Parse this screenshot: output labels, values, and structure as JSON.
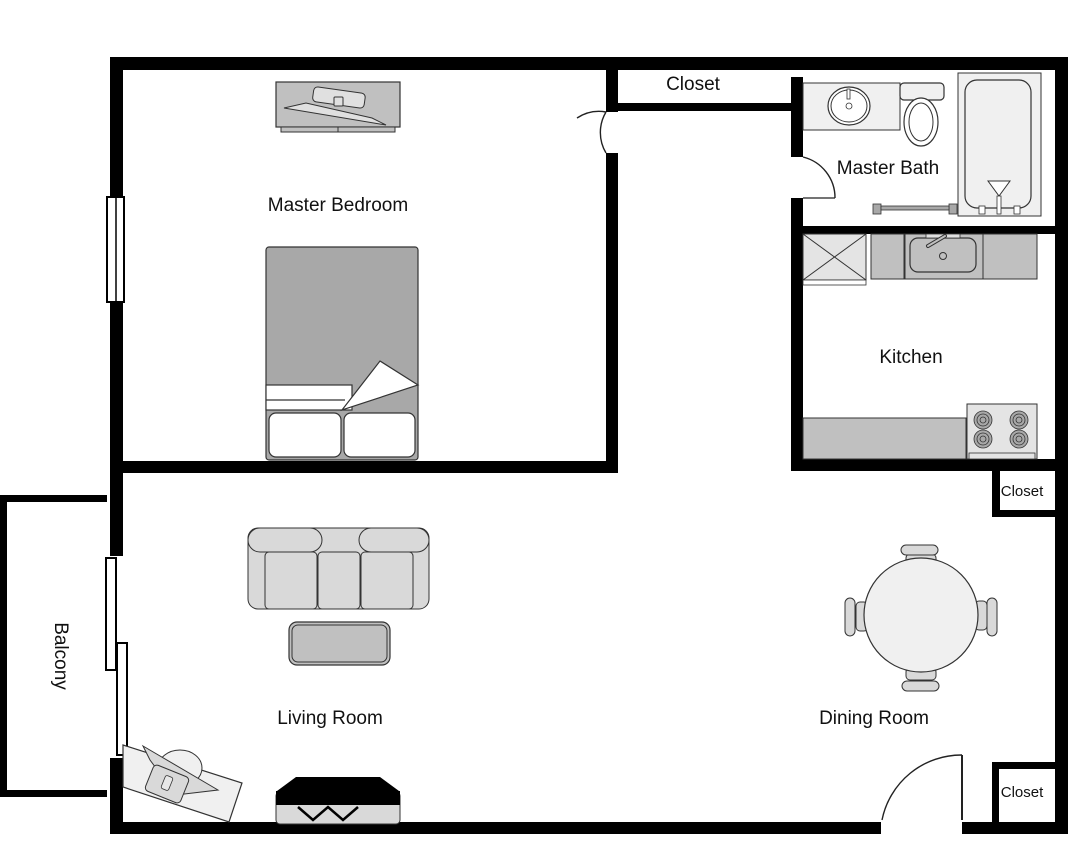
{
  "plan": {
    "rooms": [
      {
        "id": "master-bedroom",
        "label": "Master Bedroom"
      },
      {
        "id": "closet-top",
        "label": "Closet"
      },
      {
        "id": "master-bath",
        "label": "Master Bath"
      },
      {
        "id": "kitchen",
        "label": "Kitchen"
      },
      {
        "id": "closet-mid-right",
        "label": "Closet"
      },
      {
        "id": "living-room",
        "label": "Living Room"
      },
      {
        "id": "dining-room",
        "label": "Dining Room"
      },
      {
        "id": "closet-bottom-right",
        "label": "Closet"
      },
      {
        "id": "balcony",
        "label": "Balcony"
      }
    ],
    "colors": {
      "wall": "#000000",
      "furniture_dark": "#a8a8a8",
      "furniture_mid": "#c0c0c0",
      "furniture_light": "#d9d9d9",
      "fixture_light": "#f0f0f0",
      "background": "#ffffff"
    }
  }
}
